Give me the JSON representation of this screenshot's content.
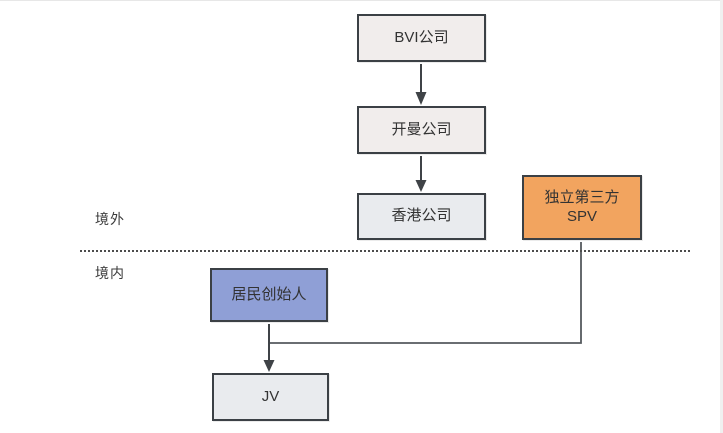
{
  "diagram": {
    "regions": {
      "offshore_label": "境外",
      "onshore_label": "境内"
    },
    "nodes": {
      "bvi": {
        "label": "BVI公司",
        "fill": "#f1edec"
      },
      "cayman": {
        "label": "开曼公司",
        "fill": "#f1edec"
      },
      "hongkong": {
        "label": "香港公司",
        "fill": "#e9ebee"
      },
      "spv": {
        "label_line1": "独立第三方",
        "label_line2": "SPV",
        "fill": "#f2a45f"
      },
      "founder": {
        "label": "居民创始人",
        "fill": "#8f9fd6"
      },
      "jv": {
        "label": "JV",
        "fill": "#e9ebee"
      }
    },
    "edges": [
      {
        "from": "bvi",
        "to": "cayman",
        "style": "arrow-down"
      },
      {
        "from": "cayman",
        "to": "hongkong",
        "style": "arrow-down"
      },
      {
        "from": "founder",
        "to": "jv",
        "style": "arrow-down"
      },
      {
        "from": "spv",
        "to": "founder-jv-line",
        "style": "elbow-line"
      }
    ],
    "colors": {
      "node_border": "#3b4045",
      "connector": "#3f4347",
      "divider_dotted": "#4c4c4c",
      "text": "#333333",
      "background": "#ffffff"
    }
  }
}
